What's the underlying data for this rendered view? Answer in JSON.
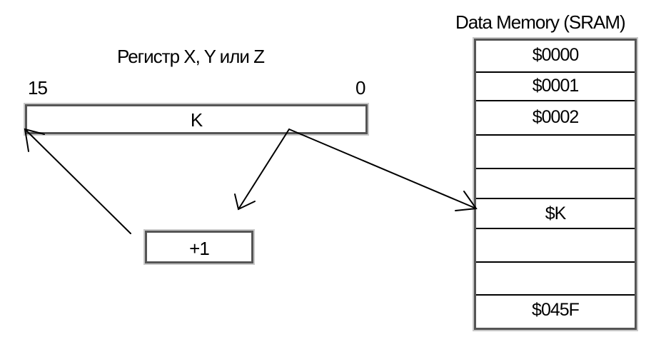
{
  "register": {
    "title": "Регистр X, Y или Z",
    "bit_high": "15",
    "bit_low": "0",
    "value": "K"
  },
  "increment": {
    "label": "+1"
  },
  "memory": {
    "title": "Data Memory (SRAM)",
    "rows": [
      "$0000",
      "$0001",
      "$0002",
      "",
      "",
      "$K",
      "",
      "",
      "$045F"
    ]
  }
}
